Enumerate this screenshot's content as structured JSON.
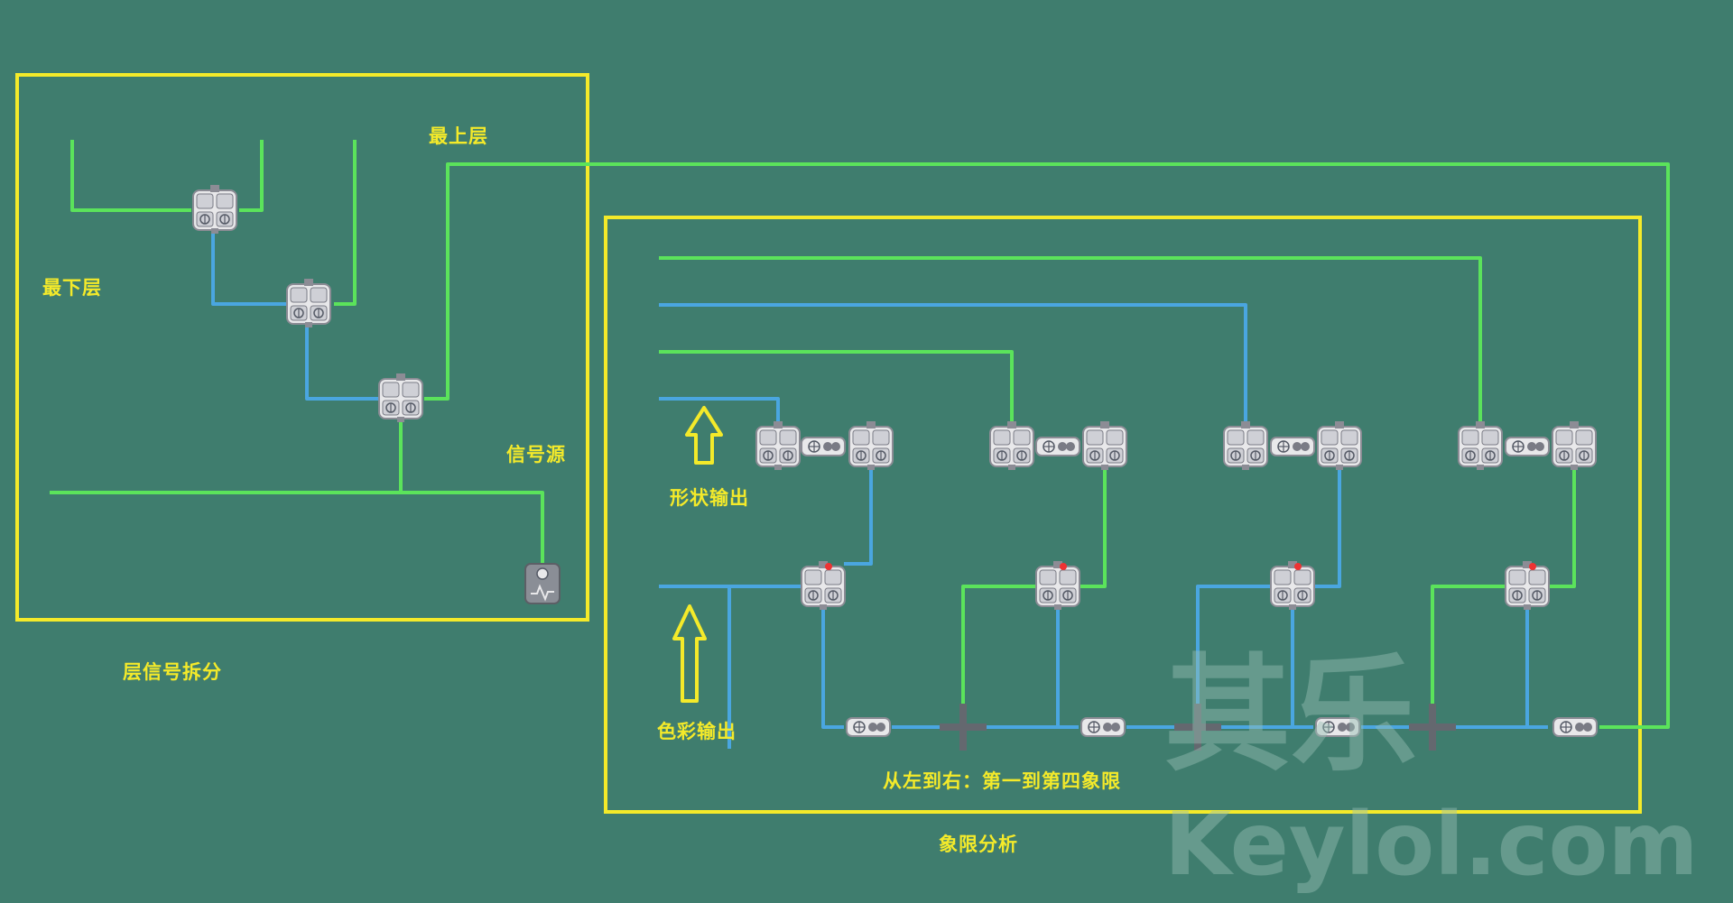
{
  "labels": {
    "top_layer": "最上层",
    "bottom_layer": "最下层",
    "signal_source": "信号源",
    "layer_split": "层信号拆分",
    "shape_output": "形状输出",
    "color_output": "色彩输出",
    "left_to_right": "从左到右：第一到第四象限",
    "quadrant_analysis": "象限分析"
  },
  "watermark": {
    "cn": "其乐",
    "url": "Keylol.com"
  },
  "colors": {
    "background": "#3f7d6e",
    "frame": "#f4ea2a",
    "green_wire": "#5be35b",
    "blue_wire": "#4aa6e0",
    "label": "#f4ea2a"
  },
  "icons": [
    "painter-block",
    "crossover-block",
    "signal-source-block",
    "arrow-up-icon",
    "wire-junction"
  ]
}
